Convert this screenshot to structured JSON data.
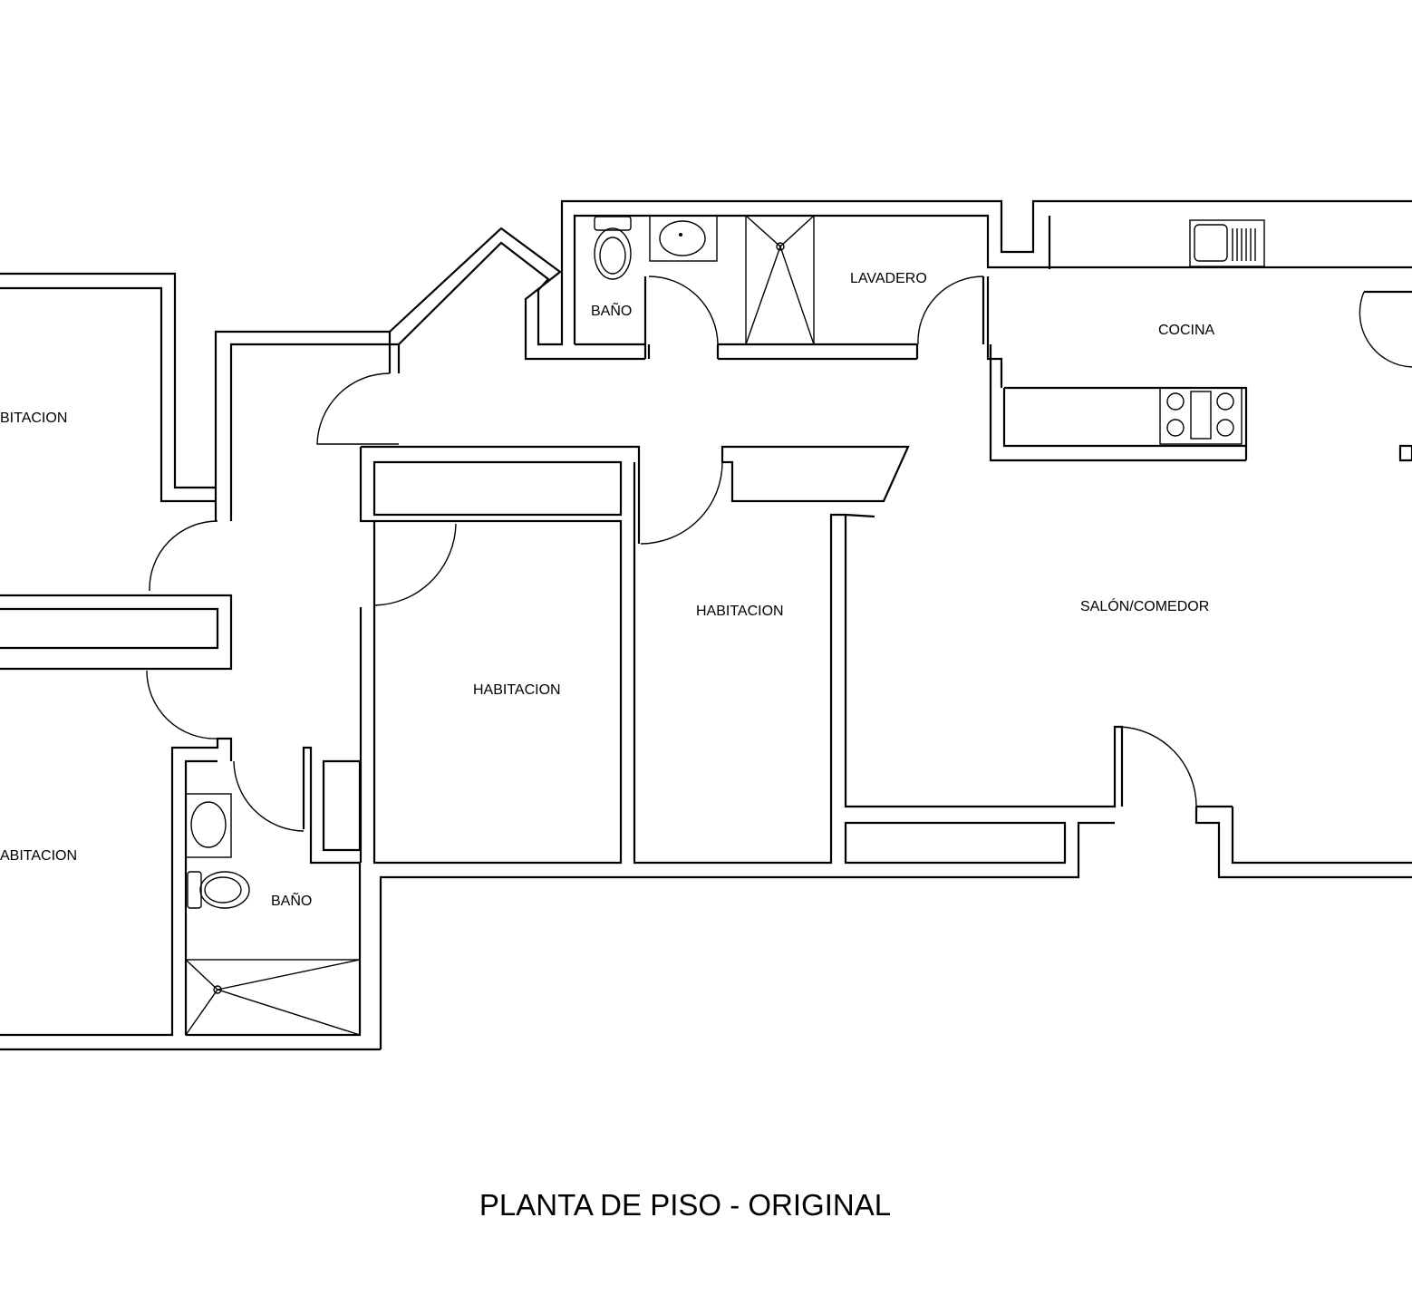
{
  "title": "PLANTA DE PISO - ORIGINAL",
  "rooms": {
    "bedroom_top_left": "BITACION",
    "bedroom_bottom_left": "ABITACION",
    "bath_top": "BAÑO",
    "laundry": "LAVADERO",
    "kitchen": "COCINA",
    "bedroom_center": "HABITACION",
    "bedroom_middle": "HABITACION",
    "living_dining": "SALÓN/COMEDOR",
    "bath_bottom": "BAÑO"
  },
  "colors": {
    "line": "#000000",
    "background": "#ffffff"
  }
}
